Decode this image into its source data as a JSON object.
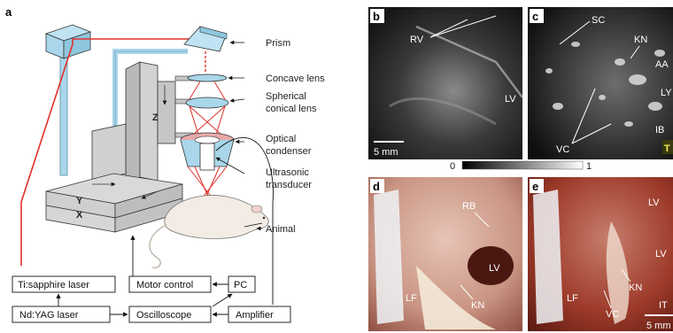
{
  "panels": {
    "a": "a",
    "b": "b",
    "c": "c",
    "d": "d",
    "e": "e"
  },
  "schematic_labels": {
    "prism": "Prism",
    "concave_lens": "Concave lens",
    "spherical_conical_lens_line1": "Spherical",
    "spherical_conical_lens_line2": "conical lens",
    "optical_condenser_line1": "Optical",
    "optical_condenser_line2": "condenser",
    "ultrasonic_transducer_line1": "Ultrasonic",
    "ultrasonic_transducer_line2": "transducer",
    "animal": "Animal",
    "stage_y": "Y",
    "stage_x": "X",
    "stage_z": "Z"
  },
  "blocks": {
    "ti_sapphire": "Ti:sapphire laser",
    "motor_control": "Motor control",
    "pc": "PC",
    "nd_yag": "Nd:YAG laser",
    "oscilloscope": "Oscilloscope",
    "amplifier": "Amplifier"
  },
  "image_labels": {
    "b": {
      "rv": "RV",
      "lv": "LV",
      "scale": "5 mm"
    },
    "c": {
      "sc": "SC",
      "kn": "KN",
      "aa": "AA",
      "ly": "LY",
      "ib": "IB",
      "vc": "VC",
      "t": "T"
    },
    "colorbar": {
      "min": "0",
      "max": "1"
    },
    "d": {
      "rb": "RB",
      "lv": "LV",
      "lf": "LF",
      "kn": "KN"
    },
    "e": {
      "lv1": "LV",
      "lv2": "LV",
      "lf": "LF",
      "kn": "KN",
      "vc": "VC",
      "it": "IT",
      "scale": "5 mm"
    }
  },
  "colors": {
    "laser": "#e0302a",
    "optics": "#a9d6ea",
    "stage": "#c8c8c8",
    "tissue": "#c98a7e"
  }
}
